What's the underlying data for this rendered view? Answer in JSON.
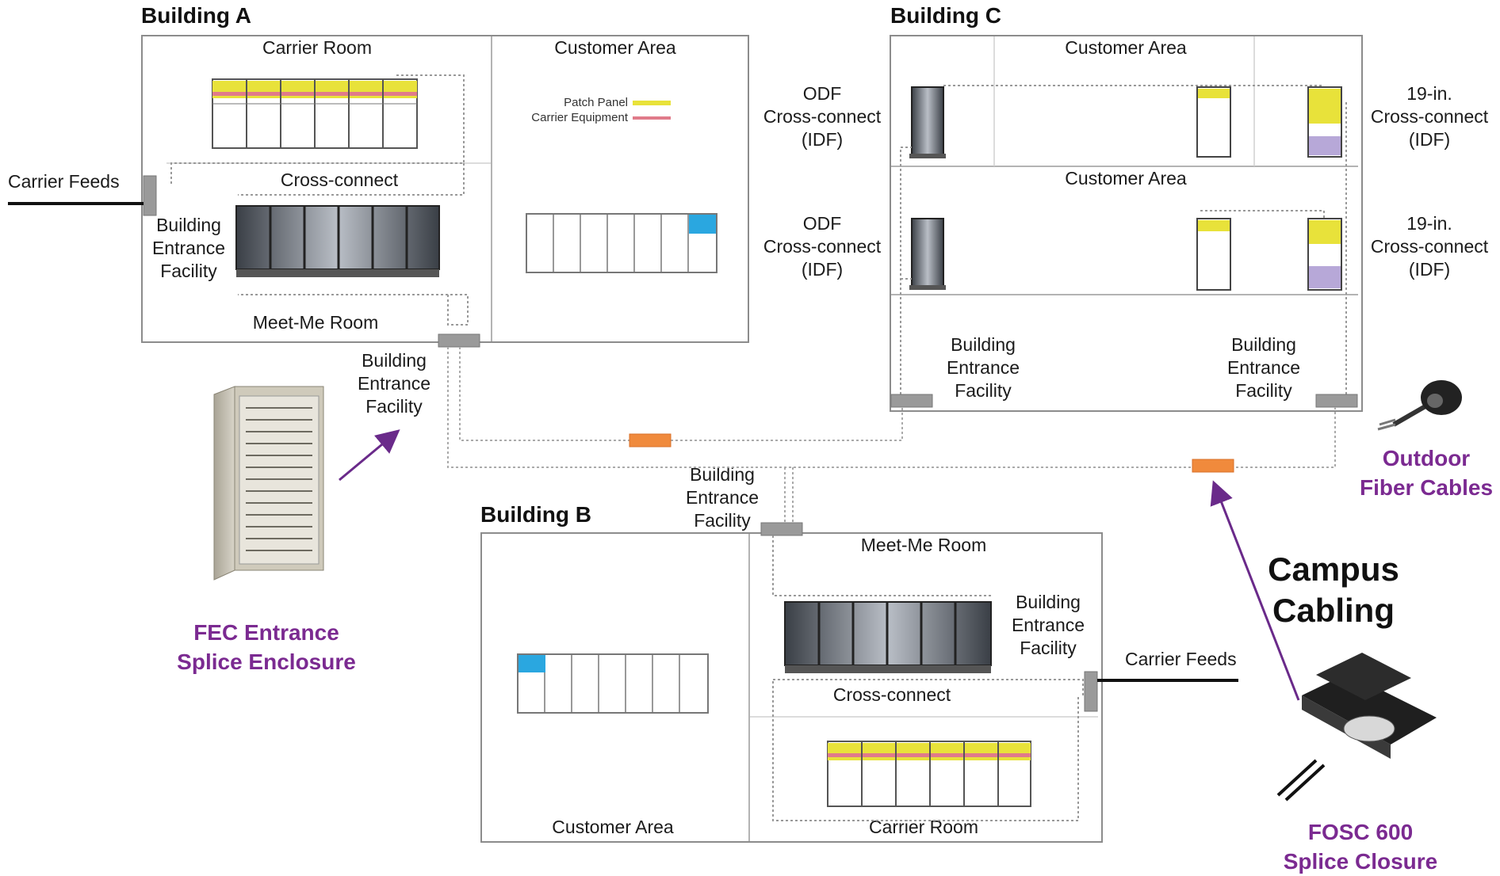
{
  "buildings": {
    "a": {
      "title": "Building A",
      "carrier_room": "Carrier Room",
      "customer_area": "Customer Area",
      "cross_connect": "Cross-connect",
      "meet_me_room": "Meet-Me Room",
      "bef_label": [
        "Building",
        "Entrance",
        "Facility"
      ],
      "legend": {
        "patch_panel": "Patch Panel",
        "carrier_equipment": "Carrier Equipment"
      }
    },
    "b": {
      "title": "Building B",
      "meet_me_room": "Meet-Me Room",
      "cross_connect": "Cross-connect",
      "customer_area": "Customer Area",
      "carrier_room": "Carrier Room",
      "bef_label": [
        "Building",
        "Entrance",
        "Facility"
      ]
    },
    "c": {
      "title": "Building C",
      "customer_area_top": "Customer Area",
      "customer_area_mid": "Customer Area",
      "odf_top": [
        "ODF",
        "Cross-connect",
        "(IDF)"
      ],
      "odf_mid": [
        "ODF",
        "Cross-connect",
        "(IDF)"
      ],
      "rack_top": [
        "19-in.",
        "Cross-connect",
        "(IDF)"
      ],
      "rack_mid": [
        "19-in.",
        "Cross-connect",
        "(IDF)"
      ],
      "bef_left": [
        "Building",
        "Entrance",
        "Facility"
      ],
      "bef_right": [
        "Building",
        "Entrance",
        "Facility"
      ]
    }
  },
  "carrier_feeds_left": "Carrier Feeds",
  "carrier_feeds_right": "Carrier Feeds",
  "bef_a_outside": [
    "Building",
    "Entrance",
    "Facility"
  ],
  "bef_b_outside": [
    "Building",
    "Entrance",
    "Facility"
  ],
  "fec": [
    "FEC Entrance",
    "Splice Enclosure"
  ],
  "outdoor": [
    "Outdoor",
    "Fiber Cables"
  ],
  "campus": [
    "Campus",
    "Cabling"
  ],
  "fosc": [
    "FOSC 600",
    "Splice Closure"
  ],
  "colors": {
    "patch_panel": "#e8e23a",
    "carrier_equipment": "#e07b8a",
    "splice": "#f08a3c",
    "entrance": "#9a9a9a",
    "accent": "#7b2a91",
    "customer_blue": "#2aa7e0",
    "rack_purple": "#b7a8d8"
  }
}
